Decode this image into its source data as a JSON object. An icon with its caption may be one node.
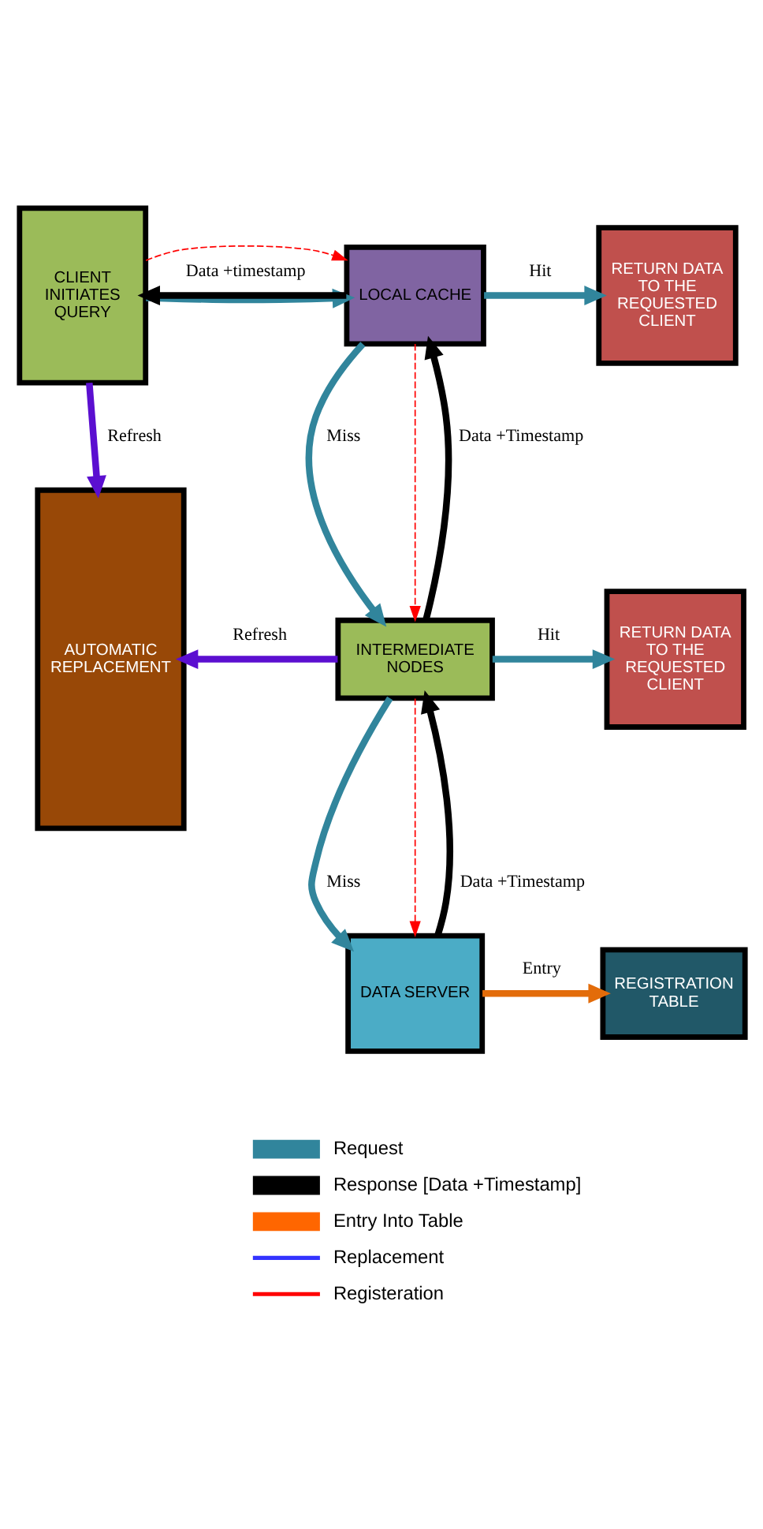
{
  "diagram": {
    "nodes": [
      {
        "text": [
          "CLIENT INITIATES QUERY"
        ]
      },
      {
        "text": [
          "LOCAL CACHE"
        ]
      },
      {
        "text": [
          "RETURN DATA TO THE REQUESTED CLIENT"
        ]
      },
      {
        "text": [
          "AUTOMATIC REPLACEMENT"
        ]
      },
      {
        "text": [
          "INTERMEDIATE NODES"
        ]
      },
      {
        "text": [
          "RETURN DATA TO THE REQUESTED CLIENT"
        ]
      },
      {
        "text": [
          "DATA SERVER"
        ]
      },
      {
        "text": [
          "REGISTRATION TABLE"
        ]
      }
    ],
    "edges": [
      {
        "from": 1,
        "to": 0,
        "arrow": "to",
        "label": "Data +timestamp",
        "color": "#000000"
      },
      {
        "from": 0,
        "to": 1,
        "arrow": "to"
      },
      {
        "from": 0,
        "to": 1,
        "arrow": "to",
        "style": "dashed",
        "color": "#ff0000"
      },
      {
        "from": 1,
        "to": 2,
        "arrow": "to",
        "label": "Hit"
      },
      {
        "from": 1,
        "to": 4,
        "arrow": "to",
        "label": "Miss"
      },
      {
        "from": 1,
        "to": 4,
        "arrow": "to",
        "style": "dashed",
        "color": "#ff0000"
      },
      {
        "from": 4,
        "to": 1,
        "arrow": "to",
        "label": "Data +Timestamp",
        "color": "#000000"
      },
      {
        "from": 0,
        "to": 3,
        "arrow": "to",
        "label": "Refresh",
        "color": "#5b0fd0"
      },
      {
        "from": 4,
        "to": 5,
        "arrow": "to",
        "label": "Hit"
      },
      {
        "from": 4,
        "to": 6,
        "arrow": "to",
        "label": "Miss"
      },
      {
        "from": 4,
        "to": 6,
        "arrow": "to",
        "style": "dashed",
        "color": "#ff0000"
      },
      {
        "from": 6,
        "to": 4,
        "arrow": "to",
        "label": "Data +Timestamp",
        "color": "#000000"
      },
      {
        "from": 4,
        "to": 3,
        "arrow": "to",
        "label": "Refresh",
        "color": "#5b0fd0"
      },
      {
        "from": 6,
        "to": 7,
        "arrow": "to",
        "label": "Entry",
        "color": "#e36c0a"
      }
    ],
    "legend": [
      {
        "text": "Request"
      },
      {
        "text": "Response [Data +Timestamp]"
      },
      {
        "text": "Entry Into Table"
      },
      {
        "text": "Replacement"
      },
      {
        "text": "Registeration"
      }
    ]
  }
}
